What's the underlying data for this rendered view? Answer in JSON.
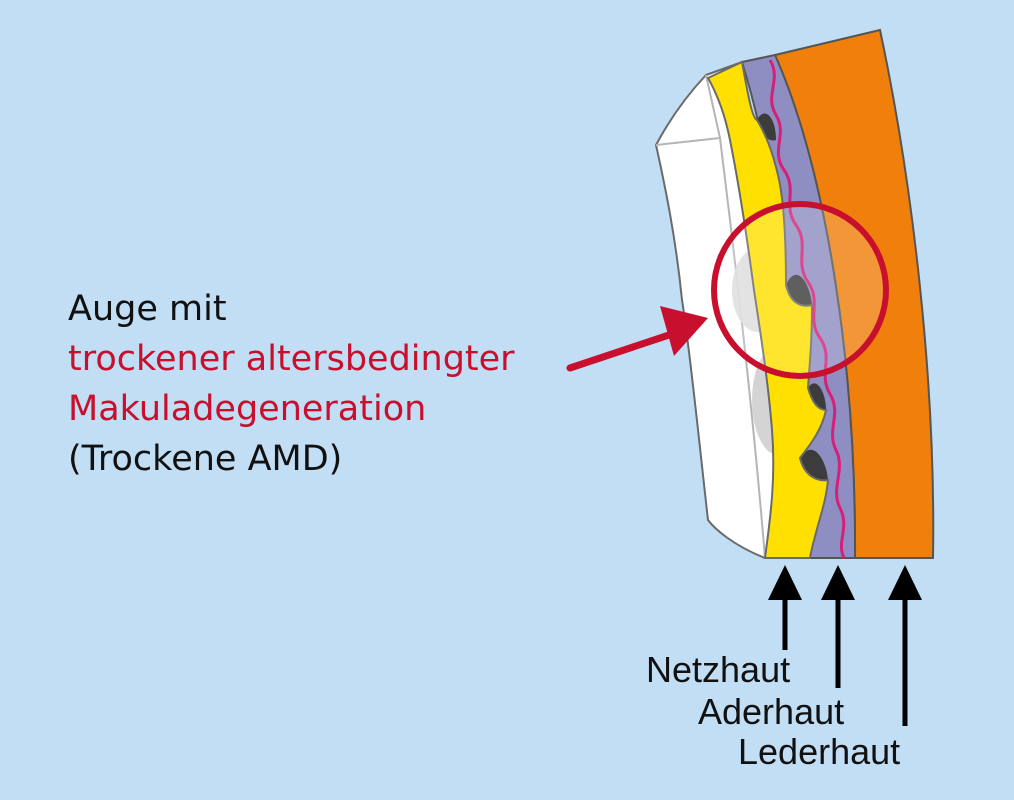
{
  "caption": {
    "line1": "Auge mit",
    "line2": "trockener altersbedingter",
    "line3": "Makuladegeneration",
    "line4": "(Trockene AMD)"
  },
  "layers": {
    "netzhaut": "Netzhaut",
    "aderhaut": "Aderhaut",
    "lederhaut": "Lederhaut"
  },
  "colors": {
    "background": "#c2def5",
    "highlight": "#c8102e",
    "retina": "#ffe000",
    "choroid": "#8e8ec2",
    "sclera": "#f07f0c",
    "vitreous": "#ffffff",
    "vessel": "#d61f7a"
  }
}
